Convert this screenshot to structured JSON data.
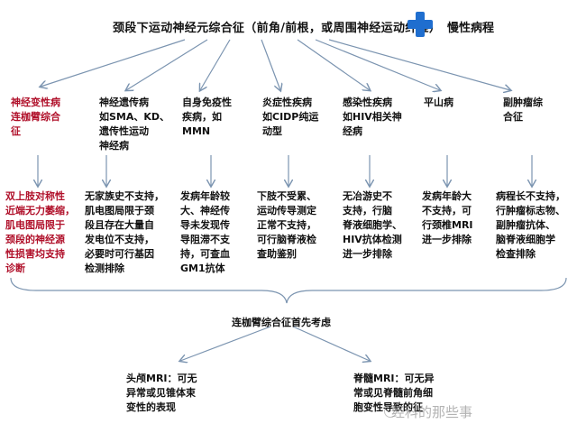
{
  "title": "颈段下运动神经元综合征（前角/前根，或周围神经运动纤维）",
  "plus_label": "慢性病程",
  "categories": [
    {
      "lines": [
        "神经变性病",
        "连枷臂综合",
        "征"
      ]
    },
    {
      "lines": [
        "神经遗传病",
        "如SMA、KD、",
        "遗传性运动",
        "神经病"
      ]
    },
    {
      "lines": [
        "自身免疫性",
        "疾病，如",
        "MMN"
      ]
    },
    {
      "lines": [
        "炎症性疾病",
        "如CIDP纯运",
        "动型"
      ]
    },
    {
      "lines": [
        "感染性疾病",
        "如HIV相关神",
        "经病"
      ]
    },
    {
      "lines": [
        "平山病"
      ]
    },
    {
      "lines": [
        "副肿瘤综",
        "合征"
      ]
    }
  ],
  "descriptions": [
    {
      "lines": [
        "双上肢对称性",
        "近端无力萎缩，",
        "肌电图局限于",
        "颈段的神经源",
        "性损害均支持",
        "诊断"
      ]
    },
    {
      "lines": [
        "无家族史不支持，",
        "肌电图局限于颈",
        "段且存在大量自",
        "发电位不支持，",
        "必要时可行基因",
        "检测排除"
      ]
    },
    {
      "lines": [
        "发病年龄较",
        "大、神经传",
        "导未发现传",
        "导阻滞不支",
        "持，可查血",
        "GM1抗体"
      ]
    },
    {
      "lines": [
        "下肢不受累、",
        "运动传导测定",
        "正常不支持，",
        "可行脑脊液检",
        "查助鉴别"
      ]
    },
    {
      "lines": [
        "无冶游史不",
        "支持，行脑",
        "脊液细胞学、",
        "HIV抗体检测",
        "进一步排除"
      ]
    },
    {
      "lines": [
        "发病年龄大",
        "不支持，可",
        "行颈椎MRI",
        "进一步排除"
      ]
    },
    {
      "lines": [
        "病程长不支持，",
        "行肿瘤标志物、",
        "副肿瘤抗体、",
        "脑脊液细胞学",
        "检查排除"
      ]
    }
  ],
  "summary": "连枷臂综合征首先考虑",
  "bottom_left": {
    "lines": [
      "头颅MRI：可无",
      "异常或见锥体束",
      "变性的表现"
    ]
  },
  "bottom_right": {
    "lines": [
      "脊髓MRI：可无异",
      "常或见脊髓前角细",
      "胞变性导致的征"
    ]
  },
  "watermark": "经科的那些事",
  "colors": {
    "accent": "#b0102a",
    "plus": "#1f6ecf"
  }
}
